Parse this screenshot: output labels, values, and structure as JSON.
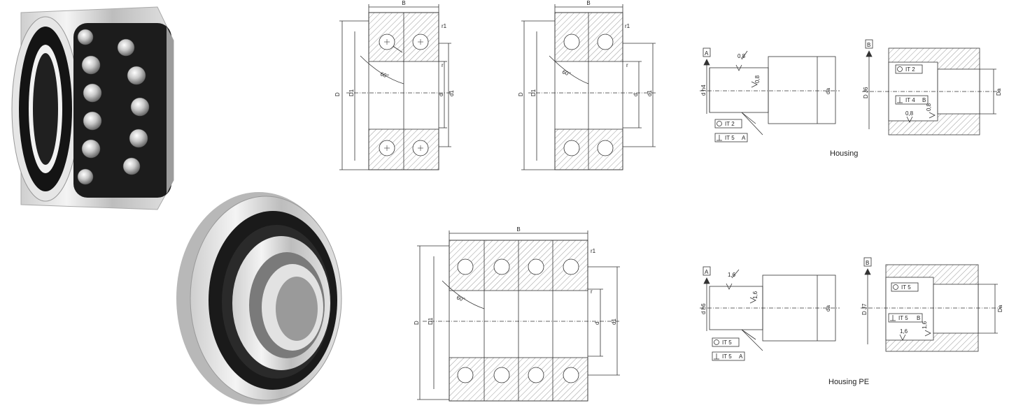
{
  "bearing_drawings": {
    "dim_B": "B",
    "dim_r1": "r1",
    "dim_r": "r",
    "dim_D": "D",
    "dim_D1": "D1",
    "dim_d": "d",
    "dim_d1": "d1",
    "angle": "60°"
  },
  "shaft_top": {
    "datum": "A",
    "roughness": "0,8",
    "roughness2": "0,8",
    "fit": "d h4",
    "da": "da",
    "tol1": "IT 2",
    "tol2": "IT 5",
    "tol2_ref": "A"
  },
  "housing_top": {
    "datum": "B",
    "fit": "D J6",
    "Da": "Da",
    "tol1": "IT 2",
    "tol2": "IT 4",
    "tol2_ref": "B",
    "roughness": "0,8",
    "roughness2": "0,8"
  },
  "shaft_bottom": {
    "datum": "A",
    "roughness": "1,6",
    "roughness2": "1,6",
    "fit": "d h6",
    "da": "da",
    "tol1": "IT 5",
    "tol2": "IT 5",
    "tol2_ref": "A"
  },
  "housing_bottom": {
    "datum": "B",
    "fit": "D J7",
    "Da": "Da",
    "tol1": "IT 5",
    "tol2": "IT 5",
    "tol2_ref": "B",
    "roughness": "1,6",
    "roughness2": "1,6"
  },
  "captions": {
    "housing": "Housing",
    "housing_pe": "Housing PE"
  },
  "colors": {
    "line": "#333333",
    "hatch": "#9a9a9a",
    "steel_light": "#e8e8e8",
    "steel_dark": "#1a1a1a"
  }
}
